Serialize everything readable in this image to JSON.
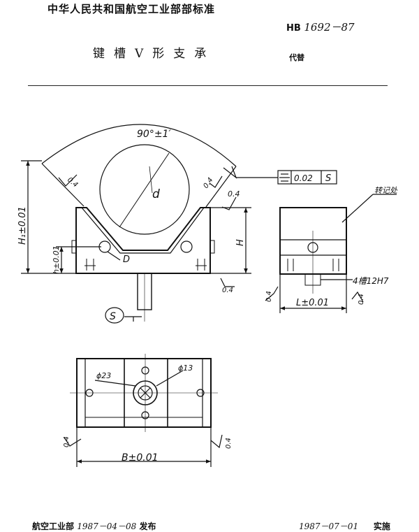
{
  "header": {
    "organization": "中华人民共和国航空工业部部标准",
    "standard_prefix": "HB",
    "standard_number": "1692－87",
    "title": "键槽V形支承",
    "supersedes": "代替"
  },
  "drawing": {
    "angle": "90°±1′",
    "diameter_d": "d",
    "hole_D": "D",
    "height_H1": "H₁±0.01",
    "height_H": "H",
    "height_h": "h±0.01",
    "datum": "S",
    "symmetry_tolerance": "0.02",
    "symmetry_datum": "S",
    "roughness": "0.4",
    "surface_note": "转记处",
    "slot_note": "4槽12H7",
    "length_L": "L±0.01",
    "width_B": "B±0.01",
    "phi23": "ϕ23",
    "phi13": "ϕ13"
  },
  "footer": {
    "issuer": "航空工业部",
    "issue_date": "1987－04－08",
    "issue_word": "发布",
    "effective_date": "1987－07－01",
    "effective_word": "实施"
  }
}
